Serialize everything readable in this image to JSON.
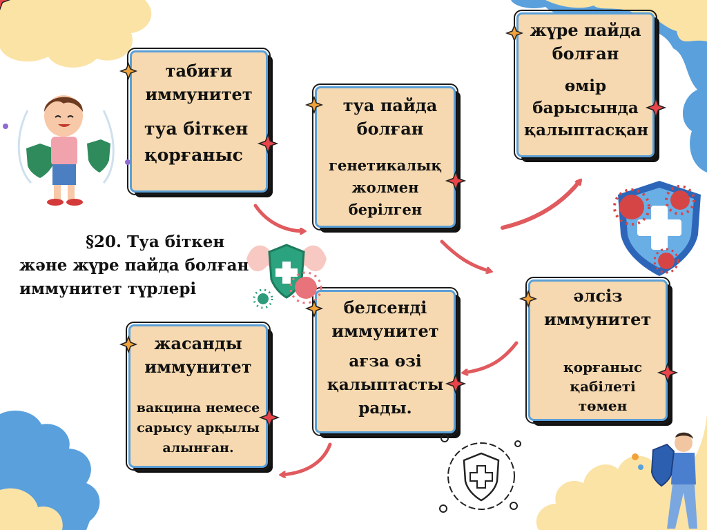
{
  "caption": {
    "line1": "§20. Туа біткен",
    "line2": "және жүре пайда болған",
    "line3": "иммунитет түрлері"
  },
  "cards": {
    "natural": {
      "title1": "табиғи",
      "title2": "иммунитет",
      "desc1": "туа біткен",
      "desc2": "қорғаныс"
    },
    "innate": {
      "title1": "туа пайда",
      "title2": "болған",
      "desc1": "генетикалық",
      "desc2": "жолмен",
      "desc3": "берілген"
    },
    "acquired": {
      "title1": "жүре пайда",
      "title2": "болған",
      "desc1": "өмір",
      "desc2": "барысында",
      "desc3": "қалыптасқан"
    },
    "weak": {
      "title1": "әлсіз",
      "title2": "иммунитет",
      "desc1": "қорғаныс",
      "desc2": "қабілеті төмен"
    },
    "active": {
      "title1": "белсенді",
      "title2": "иммунитет",
      "desc1": "ағза өзі",
      "desc2": "қалыптасты",
      "desc3": "рады."
    },
    "artificial": {
      "title1": "жасанды",
      "title2": "иммунитет",
      "desc1": "вакцина немесе",
      "desc2": "сарысу арқылы",
      "desc3": "алынған."
    }
  },
  "colors": {
    "card_fill": "#f6d9b0",
    "card_border": "#5a9fd6",
    "arrow": "#e05a5e",
    "blob_yellow": "#fbe3a6",
    "blob_blue": "#5aa0dc",
    "sparkle_orange": "#f2a23a",
    "sparkle_red": "#e8454b"
  },
  "icons": [
    "child-with-shields-icon",
    "strong-arm-shield-virus-icon",
    "shield-virus-icon",
    "cell-shield-icon",
    "man-with-shield-icon",
    "sparkle-icon"
  ]
}
